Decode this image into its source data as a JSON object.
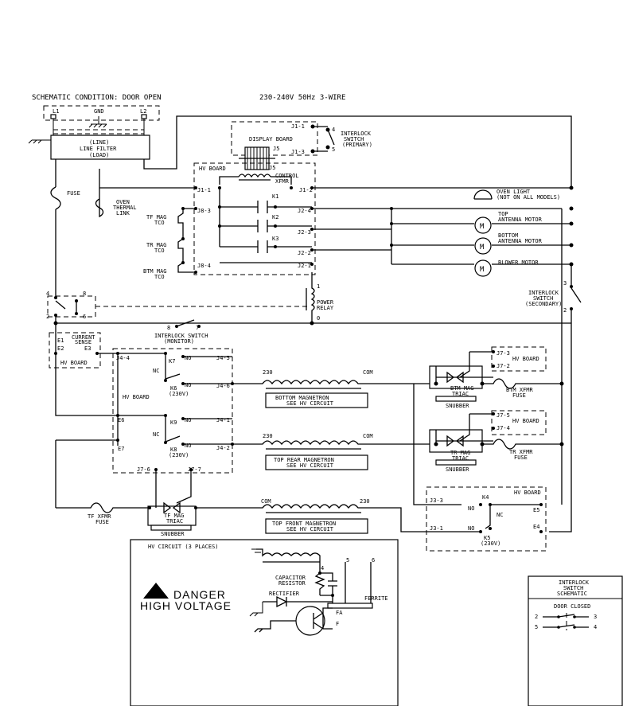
{
  "header": {
    "condition": "SCHEMATIC CONDITION: DOOR OPEN",
    "supply": "230-240V 50Hz 3-WIRE"
  },
  "line_terms": {
    "l1": "L1",
    "gnd": "GND",
    "l2": "L2"
  },
  "line_filter": {
    "line1": "(LINE)",
    "line2": "LINE FILTER",
    "line3": "(LOAD)"
  },
  "fuse": "FUSE",
  "oven_link": {
    "line1": "OVEN",
    "line2": "THERMAL",
    "line3": "LINK"
  },
  "display_board": {
    "title": "DISPLAY BOARD",
    "j11": "J1-1",
    "j13": "J1-3",
    "j5": "J5",
    "t4": "4",
    "t5": "5"
  },
  "interlock_primary": {
    "line1": "INTERLOCK",
    "line2": "SWITCH",
    "line3": "(PRIMARY)"
  },
  "hv_board_top": {
    "title": "HV BOARD",
    "j5": "J5",
    "control_xfmr": "CONTROL",
    "xfmr": "XFMR",
    "j11": "J1-1",
    "j12": "J1-2",
    "k1": "K1",
    "k2": "K2",
    "k3": "K3",
    "j83": "J8-3",
    "j24": "J2-4",
    "j23": "J2-3",
    "j22": "J2-2",
    "j84": "J8-4",
    "j21": "J2-1"
  },
  "tco": {
    "tf1": "TF MAG",
    "tf2": "TCO",
    "tr1": "TR MAG",
    "tr2": "TCO",
    "btm1": "BTM MAG",
    "btm2": "TCO"
  },
  "loads": {
    "oven_light1": "OVEN LIGHT",
    "oven_light2": "(NOT ON ALL MODELS)",
    "top_ant1": "TOP",
    "top_ant2": "ANTENNA MOTOR",
    "btm_ant1": "BOTTOM",
    "btm_ant2": "ANTENNA MOTOR",
    "blower": "BLOWER MOTOR",
    "motor_symbol": "M"
  },
  "power_relay": {
    "line1": "POWER",
    "line2": "RELAY",
    "t1": "1",
    "t0": "0"
  },
  "interlock_secondary": {
    "line1": "INTERLOCK",
    "line2": "SWITCH",
    "line3": "(SECONDARY)",
    "t3": "3",
    "t2": "2"
  },
  "door_switch_terms": {
    "t4": "4",
    "t8": "8",
    "t2": "2",
    "t6": "6",
    "t7": "7",
    "t8b": "8"
  },
  "interlock_monitor": {
    "line1": "INTERLOCK SWITCH",
    "line2": "(MONITOR)"
  },
  "current_sense": {
    "e1": "E1",
    "cs1": "CURRENT",
    "cs2": "SENSE",
    "e2": "E2",
    "e3": "E3",
    "hv": "HV BOARD"
  },
  "hv_board_mid": {
    "j44": "J4-4",
    "j45": "J4-5",
    "k7": "K7",
    "nc": "NC",
    "no": "NO",
    "k6": "K6",
    "k6v": "(230V)",
    "j46": "J4-6",
    "title": "HV BOARD",
    "e6": "E6",
    "k9": "K9",
    "j41": "J4-1",
    "nc2": "NC",
    "no2": "NO",
    "k8": "K8",
    "k8v": "(230V)",
    "j42": "J4-2",
    "e7": "E7",
    "j76": "J7-6",
    "j77": "J7-7",
    "no3": "NO",
    "no4": "NO"
  },
  "magnetrons": {
    "bottom1": "BOTTOM MAGNETRON",
    "bottom2": "SEE HV CIRCUIT",
    "topr1": "TOP REAR MAGNETRON",
    "topr2": "SEE HV CIRCUIT",
    "topf1": "TOP FRONT MAGNETRON",
    "topf2": "SEE HV CIRCUIT",
    "v230": "230",
    "com": "COM"
  },
  "triacs": {
    "btm1": "BTM MAG",
    "btm2": "TRIAC",
    "tr1": "TR MAG",
    "tr2": "TRIAC",
    "tf1": "TF MAG",
    "tf2": "TRIAC",
    "snubber": "SNUBBER"
  },
  "hv_small": {
    "j73": "J7-3",
    "j72": "J7-2",
    "title": "HV BOARD",
    "j75": "J7-5",
    "j74": "J7-4"
  },
  "fuses": {
    "btm1": "BTM XFMR",
    "btm2": "FUSE",
    "tr1": "TR XFMR",
    "tr2": "FUSE",
    "tf1": "TF XFMR",
    "tf2": "FUSE"
  },
  "hv_board_low": {
    "title": "HV BOARD",
    "j33": "J3-3",
    "j31": "J3-1",
    "k4": "K4",
    "no": "NO",
    "nc": "NC",
    "no2": "NO",
    "k5": "K5",
    "k5v": "(230V)",
    "e5": "E5",
    "e4": "E4"
  },
  "hv_circuit": {
    "title": "HV CIRCUIT (3 PLACES)",
    "cap1": "CAPACITOR",
    "cap2": "RESISTOR",
    "rectifier": "RECTIFIER",
    "ferrite": "FERRITE",
    "t4": "4",
    "t5": "5",
    "t6": "6",
    "fa": "FA",
    "f": "F",
    "danger": "DANGER",
    "high_voltage": "HIGH VOLTAGE"
  },
  "legend": {
    "line1": "INTERLOCK",
    "line2": "SWITCH",
    "line3": "SCHEMATIC",
    "door": "DOOR CLOSED",
    "a2": "2",
    "a3": "3",
    "b5": "5",
    "b4": "4"
  }
}
